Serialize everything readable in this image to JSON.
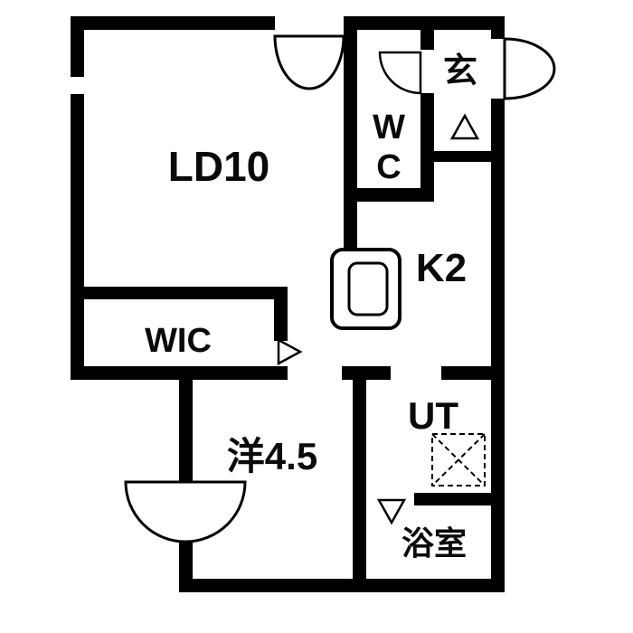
{
  "colors": {
    "wall": "#000000",
    "line": "#000000",
    "background": "#ffffff"
  },
  "rooms": {
    "living_dining": {
      "label": "LD10"
    },
    "entrance": {
      "label": "玄"
    },
    "toilet": {
      "line1": "W",
      "line2": "C"
    },
    "kitchen": {
      "label": "K2"
    },
    "walk_in_closet": {
      "label": "WIC"
    },
    "western_room": {
      "label": "洋4.5"
    },
    "utility": {
      "label": "UT"
    },
    "bathroom": {
      "label": "浴室"
    }
  },
  "symbols": {
    "bay_window_top": "half-circle-bay-window",
    "entrance_door": "door-swing-arc",
    "toilet_door": "quarter-door-swing-arc",
    "bay_window_left": "half-circle-bay-window",
    "entrance_step": "triangle-up-marker",
    "wic_door": "triangle-right-marker",
    "bath_door": "triangle-down-marker",
    "washer_pan": "dashed-square-cross"
  }
}
